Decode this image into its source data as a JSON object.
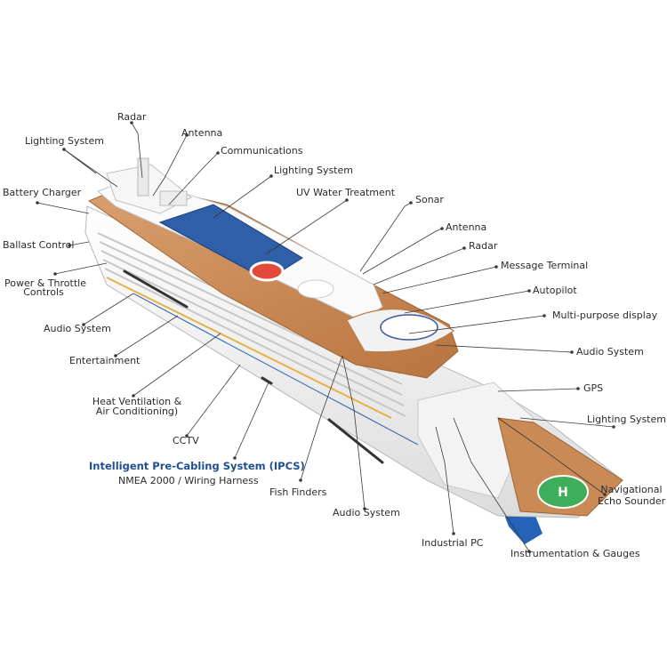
{
  "labels": {
    "radar_top": "Radar",
    "antenna_top": "Antenna",
    "lighting_left": "Lighting System",
    "communications": "Communications",
    "lighting_mid": "Lighting System",
    "battery_charger": "Battery Charger",
    "uv_water": "UV Water Treatment",
    "sonar": "Sonar",
    "ballast_control": "Ballast Control",
    "antenna_right": "Antenna",
    "radar_right": "Radar",
    "power_throttle_1": "Power & Throttle",
    "power_throttle_2": "Controls",
    "message_terminal": "Message Terminal",
    "autopilot": "Autopilot",
    "multi_display": "Multi-purpose display",
    "audio_left": "Audio System",
    "audio_right": "Audio System",
    "entertainment": "Entertainment",
    "gps": "GPS",
    "hvac_1": "Heat Ventilation &",
    "hvac_2": "Air Conditioning)",
    "lighting_right": "Lighting System",
    "cctv": "CCTV",
    "nav_echo_1": "Navigational",
    "nav_echo_2": "Echo Sounder",
    "fish_finders": "Fish Finders",
    "audio_bottom": "Audio System",
    "industrial_pc": "Industrial PC",
    "instrumentation": "Instrumentation & Gauges"
  },
  "ipcs": {
    "title": "Intelligent Pre-Cabling System (IPCS)",
    "subtitle": "NMEA 2000 / Wiring Harness"
  },
  "colors": {
    "hull": "#f4f4f4",
    "deck_wood": "#c98a55",
    "pool_blue": "#2f5fa8",
    "helipad_green": "#3fae5a",
    "bow_blue": "#2563b8",
    "ipcs_title": "#1f4f8f"
  }
}
